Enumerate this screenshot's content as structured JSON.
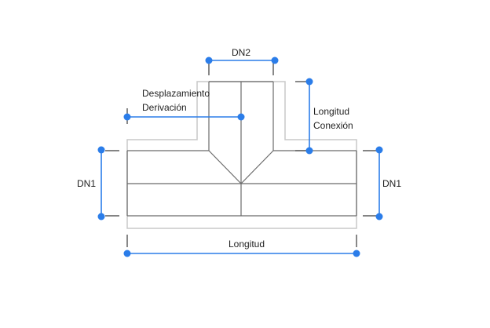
{
  "labels": {
    "dn2": "DN2",
    "offset_line1": "Desplazamiento",
    "offset_line2": "Derivación",
    "conn_len_line1": "Longitud",
    "conn_len_line2": "Conexión",
    "dn1_left": "DN1",
    "dn1_right": "DN1",
    "length": "Longitud"
  },
  "colors": {
    "handle": "#2b7de9",
    "dimension_line": "#2b7de9",
    "outline": "#c8c8c8",
    "pipe": "#6a6a6a"
  }
}
